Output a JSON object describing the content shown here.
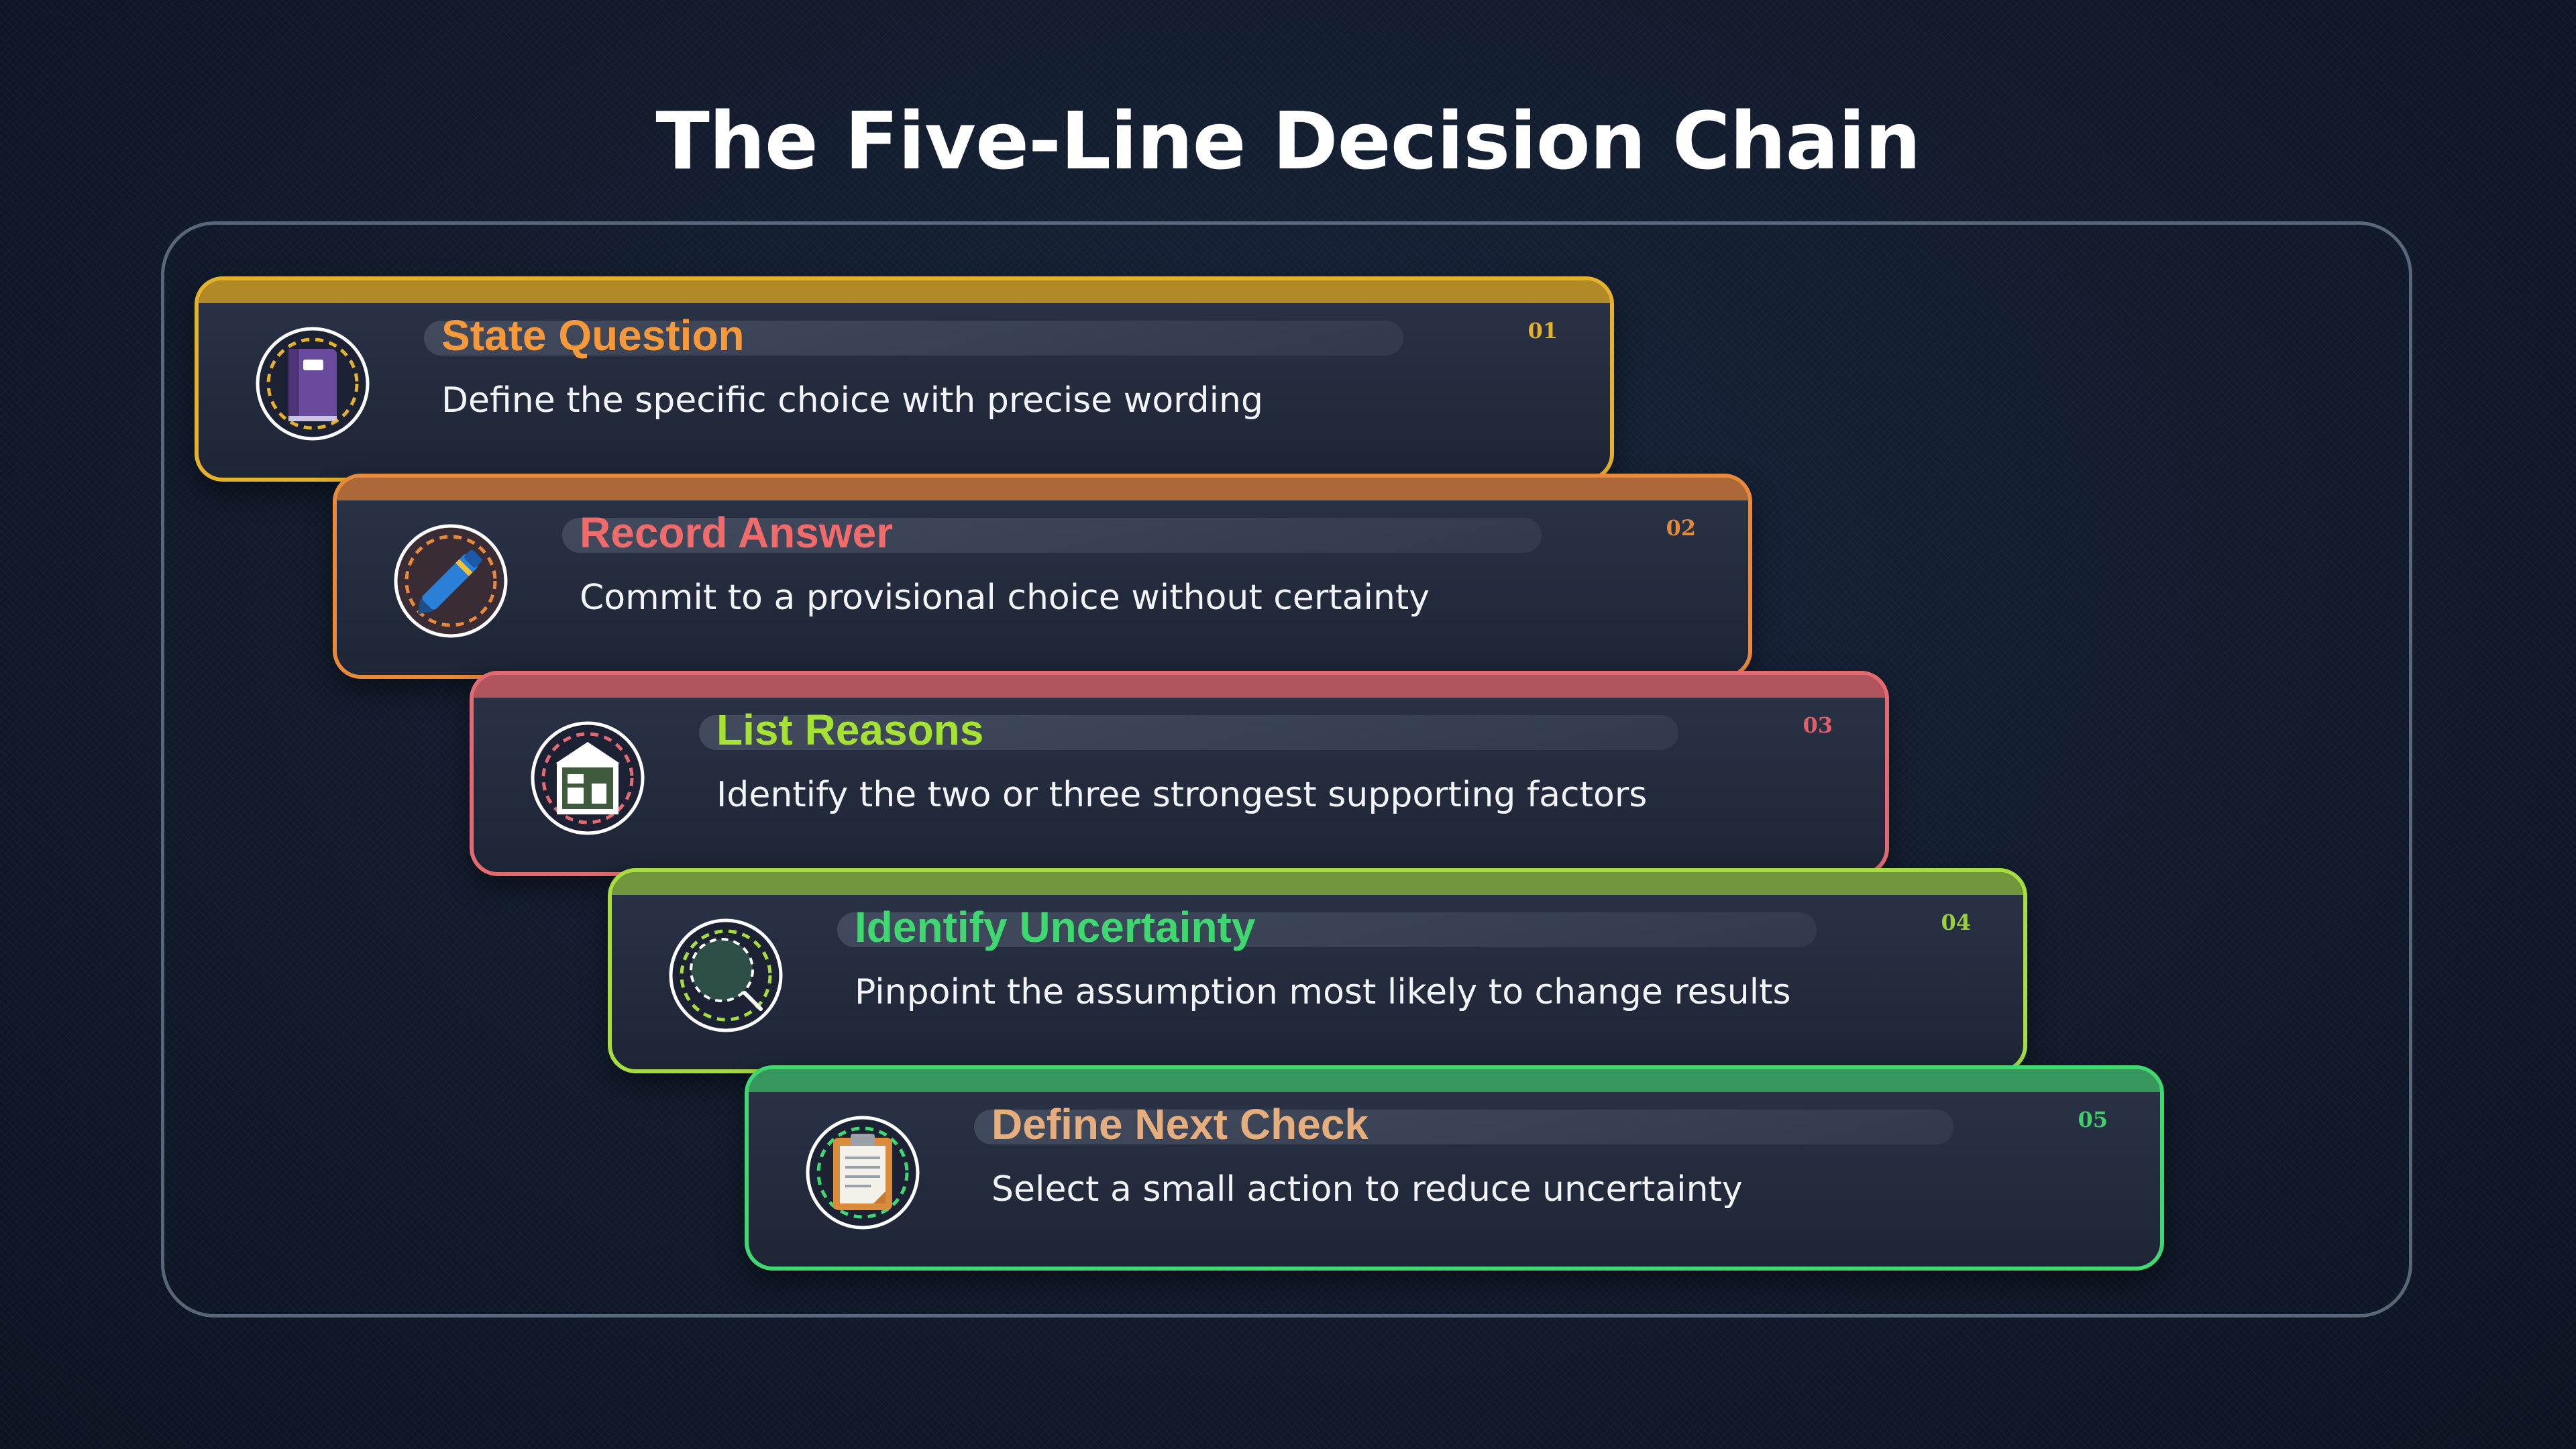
{
  "title": "The Five-Line Decision Chain",
  "steps": [
    {
      "number": "01",
      "heading": "State Question",
      "description": "Define the specific choice with precise wording",
      "icon": "notebook-icon",
      "border_color": "#e6b229",
      "heading_color": "#f5993a"
    },
    {
      "number": "02",
      "heading": "Record Answer",
      "description": "Commit to a provisional choice without certainty",
      "icon": "pen-icon",
      "border_color": "#e88a3a",
      "heading_color": "#f16b6b"
    },
    {
      "number": "03",
      "heading": "List Reasons",
      "description": "Identify the two or three strongest supporting factors",
      "icon": "building-icon",
      "border_color": "#e46a72",
      "heading_color": "#a6e234"
    },
    {
      "number": "04",
      "heading": "Identify Uncertainty",
      "description": "Pinpoint the assumption most likely to change results",
      "icon": "magnifier-icon",
      "border_color": "#a7dd3c",
      "heading_color": "#3fd870"
    },
    {
      "number": "05",
      "heading": "Define Next Check",
      "description": "Select a small action to reduce uncertainty",
      "icon": "clipboard-icon",
      "border_color": "#3fd873",
      "heading_color": "#e5ae7c"
    }
  ]
}
